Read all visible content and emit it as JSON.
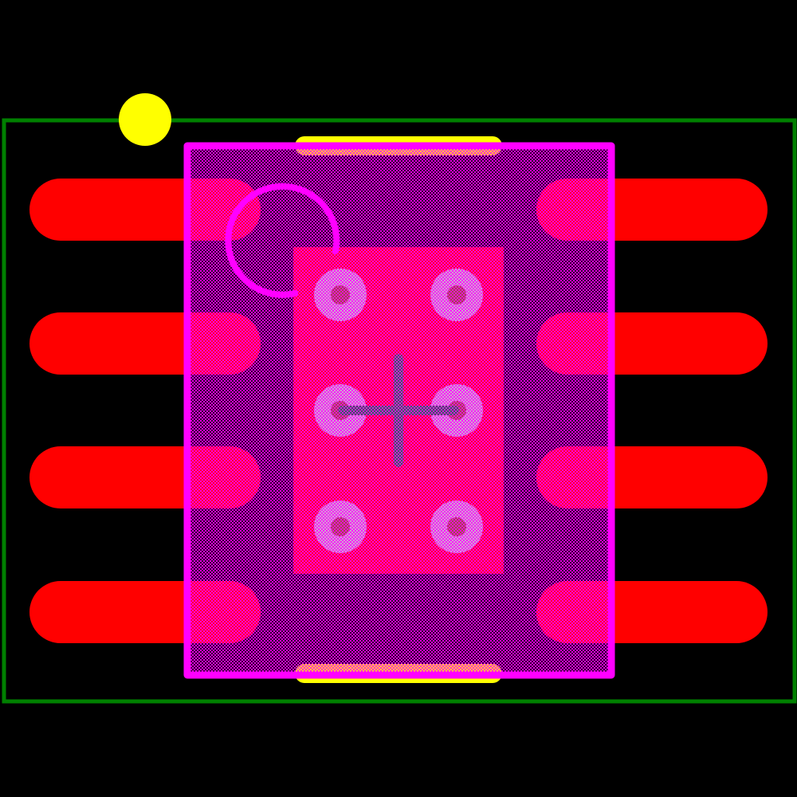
{
  "footprint": {
    "pads_left_count": 4,
    "pads_right_count": 4,
    "thermal_vias": 6,
    "pin1_marker": true
  },
  "colors": {
    "background": "#000000",
    "courtyard": "#008000",
    "pad": "#ff0000",
    "silkscreen": "#ff00ff",
    "marker": "#ffff00",
    "via_ring": "#c8c8c8",
    "via_hole": "#8b5a1e",
    "crosshair": "#007a33"
  }
}
